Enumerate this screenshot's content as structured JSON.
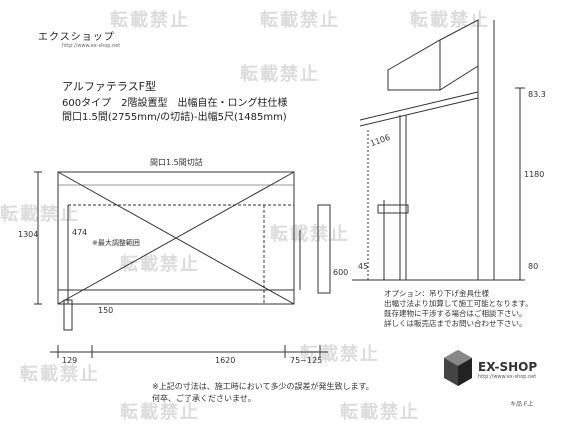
{
  "header": {
    "shop_name": "エクスショップ",
    "shop_url_small": "http://www.ex-shop.net"
  },
  "title": {
    "line1": "アルファテラスF型",
    "line2": "600タイプ　2階設置型　出幅自在・ロング柱仕様",
    "line3": "間口1.5間(2755mm/の切詰)-出幅5尺(1485mm)"
  },
  "plan": {
    "label": "間口1.5間切詰",
    "dims": {
      "left_height": "1304",
      "inner_dim": "474",
      "note_diag": "※最大調整範囲",
      "bottom_small": "150",
      "right_vert": "600",
      "bottom_a": "129",
      "bottom_b": "1620",
      "bottom_c": "75~125"
    }
  },
  "side": {
    "dims": {
      "top_right": "83.3",
      "mid_left": "1106",
      "right_tall": "1180",
      "bottom_right": "80",
      "bottom_left": "45"
    }
  },
  "option_note": "オプション：吊り下げ金具仕様\n出幅寸法より加算して施工可能となります。\n既存建物に干渉する場合はご相談下さい。\n詳しくは販売店までお問い合わせ下さい。",
  "footer_note": "※上記の寸法は、施工時において多少の誤差が発生致します。\n何卒、ご了承くださいませ。",
  "logo": {
    "name": "EX-SHOP",
    "url": "http://www.ex-shop.net"
  },
  "footer_mark": "キ品 F上",
  "watermark": "転載禁止"
}
